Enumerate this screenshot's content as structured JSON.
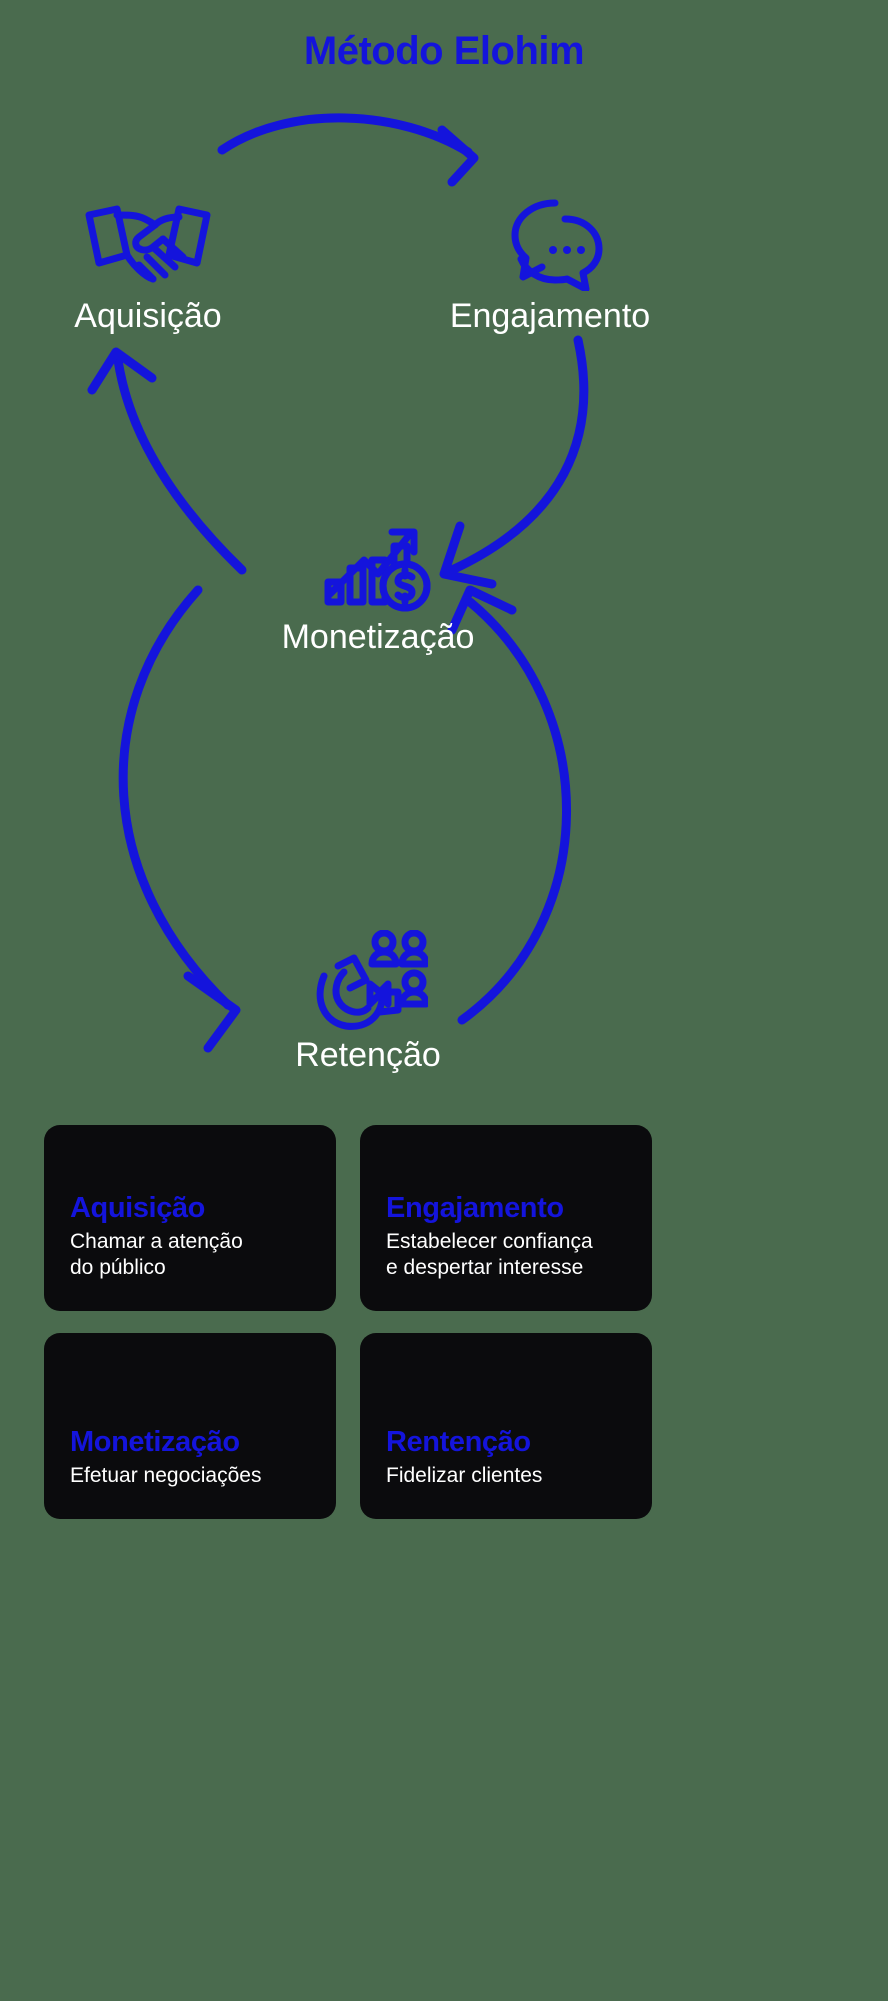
{
  "title": "Método Elohim",
  "colors": {
    "background": "#4a6b4e",
    "accent_blue": "#1414dc",
    "card_background": "#0b0b0d",
    "text_white": "#ffffff"
  },
  "cycle": {
    "nodes": [
      {
        "id": "aquisicao",
        "label": "Aquisição",
        "icon": "handshake-icon"
      },
      {
        "id": "engajamento",
        "label": "Engajamento",
        "icon": "chat-bubbles-icon"
      },
      {
        "id": "monetizacao",
        "label": "Monetização",
        "icon": "growth-chart-dollar-icon"
      },
      {
        "id": "retencao",
        "label": "Retenção",
        "icon": "magnet-people-icon"
      }
    ],
    "arrows": [
      {
        "from": "aquisicao",
        "to": "engajamento"
      },
      {
        "from": "engajamento",
        "to": "monetizacao"
      },
      {
        "from": "monetizacao",
        "to": "retencao"
      },
      {
        "from": "retencao",
        "to": "monetizacao"
      },
      {
        "from": "monetizacao",
        "to": "aquisicao"
      }
    ]
  },
  "cards": [
    {
      "title": "Aquisição",
      "desc": "Chamar a atenção\ndo público"
    },
    {
      "title": "Engajamento",
      "desc": "Estabelecer confiança\ne despertar interesse"
    },
    {
      "title": "Monetização",
      "desc": "Efetuar negociações"
    },
    {
      "title": "Rentenção",
      "desc": "Fidelizar clientes"
    }
  ]
}
